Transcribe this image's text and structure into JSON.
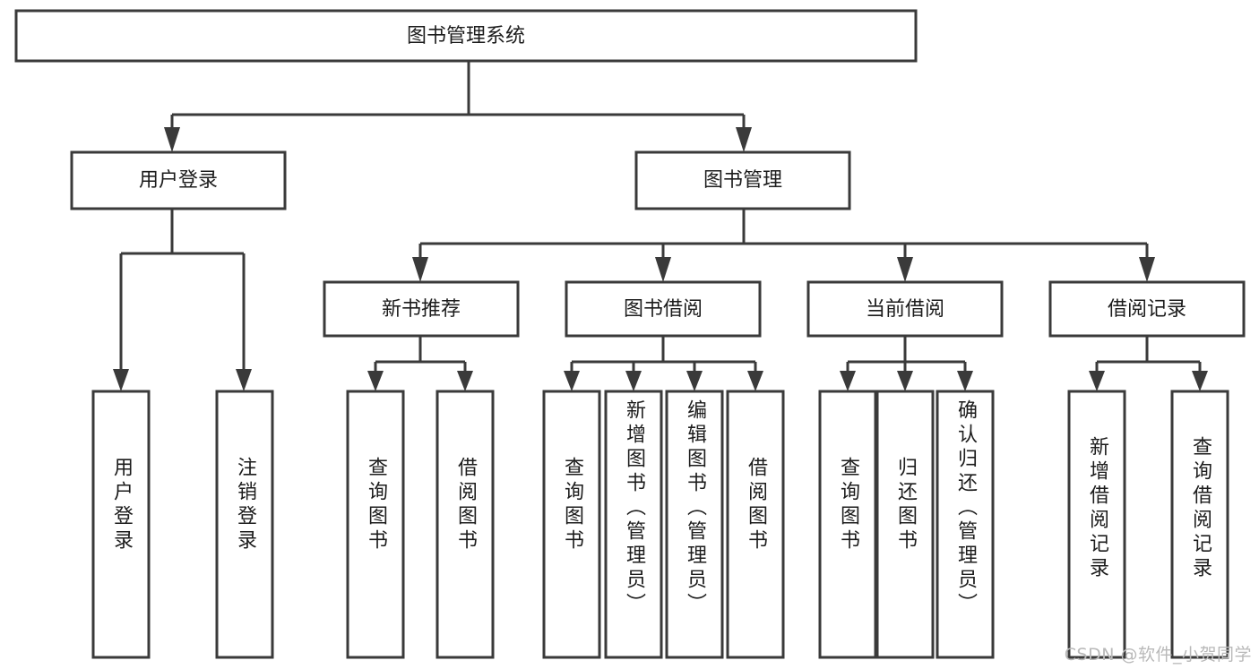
{
  "diagram": {
    "title": "图书管理系统",
    "type": "tree",
    "watermark": "CSDN @软件_小贺同学",
    "root": {
      "id": "root",
      "label": "图书管理系统"
    },
    "level2": [
      {
        "id": "user-login",
        "label": "用户登录"
      },
      {
        "id": "book-manage",
        "label": "图书管理"
      }
    ],
    "level3": [
      {
        "id": "new-book-recommend",
        "label": "新书推荐",
        "parent": "book-manage"
      },
      {
        "id": "book-borrow",
        "label": "图书借阅",
        "parent": "book-manage"
      },
      {
        "id": "current-borrow",
        "label": "当前借阅",
        "parent": "book-manage"
      },
      {
        "id": "borrow-record",
        "label": "借阅记录",
        "parent": "book-manage"
      }
    ],
    "leaves": [
      {
        "id": "leaf-user-login",
        "label": "用户登录",
        "parent": "user-login"
      },
      {
        "id": "leaf-logout-login",
        "label": "注销登录",
        "parent": "user-login"
      },
      {
        "id": "leaf-query-book-1",
        "label": "查询图书",
        "parent": "new-book-recommend"
      },
      {
        "id": "leaf-borrow-book-1",
        "label": "借阅图书",
        "parent": "new-book-recommend"
      },
      {
        "id": "leaf-query-book-2",
        "label": "查询图书",
        "parent": "book-borrow"
      },
      {
        "id": "leaf-add-book",
        "label": "新增图书（管理员）",
        "parent": "book-borrow"
      },
      {
        "id": "leaf-edit-book",
        "label": "编辑图书（管理员）",
        "parent": "book-borrow"
      },
      {
        "id": "leaf-borrow-book-2",
        "label": "借阅图书",
        "parent": "book-borrow"
      },
      {
        "id": "leaf-query-book-3",
        "label": "查询图书",
        "parent": "current-borrow"
      },
      {
        "id": "leaf-return-book",
        "label": "归还图书",
        "parent": "current-borrow"
      },
      {
        "id": "leaf-confirm-return",
        "label": "确认归还（管理员）",
        "parent": "current-borrow"
      },
      {
        "id": "leaf-add-record",
        "label": "新增借阅记录",
        "parent": "borrow-record"
      },
      {
        "id": "leaf-query-record",
        "label": "查询借阅记录",
        "parent": "borrow-record"
      }
    ],
    "colors": {
      "stroke": "#3a3a3a",
      "fill": "#ffffff",
      "text": "#1c1c1c",
      "watermark": "#b9b9b9"
    }
  }
}
